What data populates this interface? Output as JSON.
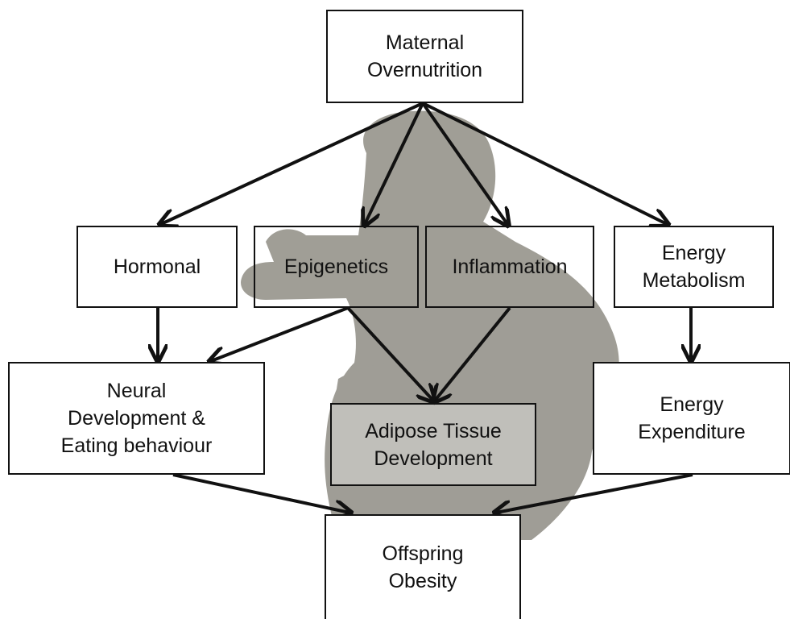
{
  "nodes": {
    "maternal": "Maternal\nOvernutrition",
    "hormonal": "Hormonal",
    "epigenetics": "Epigenetics",
    "inflammation": "Inflammation",
    "energy_metabolism": "Energy\nMetabolism",
    "neural": "Neural\nDevelopment &\nEating behaviour",
    "adipose": "Adipose Tissue\nDevelopment",
    "energy_expenditure": "Energy\nExpenditure",
    "offspring": "Offspring\nObesity"
  },
  "edges": [
    {
      "from": "maternal",
      "to": "hormonal"
    },
    {
      "from": "maternal",
      "to": "epigenetics"
    },
    {
      "from": "maternal",
      "to": "inflammation"
    },
    {
      "from": "maternal",
      "to": "energy_metabolism"
    },
    {
      "from": "hormonal",
      "to": "neural"
    },
    {
      "from": "epigenetics",
      "to": "neural"
    },
    {
      "from": "epigenetics",
      "to": "adipose"
    },
    {
      "from": "inflammation",
      "to": "adipose"
    },
    {
      "from": "energy_metabolism",
      "to": "energy_expenditure"
    },
    {
      "from": "neural",
      "to": "offspring"
    },
    {
      "from": "energy_expenditure",
      "to": "offspring"
    }
  ],
  "colors": {
    "line": "#111111",
    "silhouette": "#8f8d84"
  },
  "background_image": "pregnant-woman-silhouette"
}
